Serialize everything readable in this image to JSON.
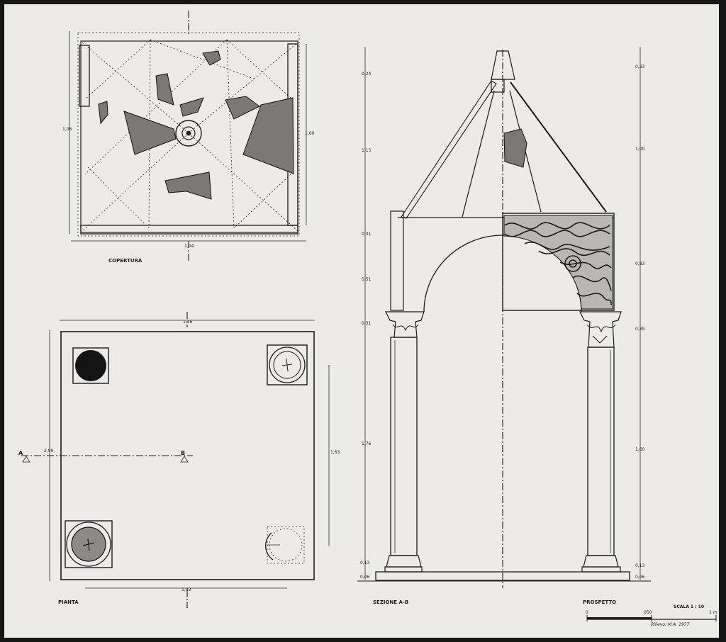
{
  "labels": {
    "copertura": "COPERTURA",
    "pianta": "PIANTA",
    "sezione": "SEZIONE  A-B",
    "prospetto": "PROSPETTO",
    "scala": "SCALA  1 : 10",
    "section_a": "A",
    "section_b": "B"
  },
  "scale_bar": {
    "start": "0",
    "mid": "050",
    "end": "1 m",
    "signature": "Rilievo: M.A. 1977"
  },
  "copertura_dims": {
    "width": "1,04",
    "height_left": "1,06",
    "height_right": "1,09"
  },
  "pianta_dims": {
    "top": "1,16",
    "bottom": "1,03",
    "right": "1,63",
    "section": "2,90"
  },
  "section_dims": [
    "0,24",
    "1,13",
    "0,31",
    "0,51",
    "0,31",
    "1,76",
    "0,13",
    "0,06"
  ],
  "prospetto_dims": [
    "0,33",
    "1,00",
    "0,83",
    "0,39",
    "1,60",
    "0,13",
    "0,06"
  ],
  "colors": {
    "paper": "#ecebe8",
    "ink": "#1a1a1a",
    "frame": "#161616",
    "fragment": "#7b7975"
  }
}
